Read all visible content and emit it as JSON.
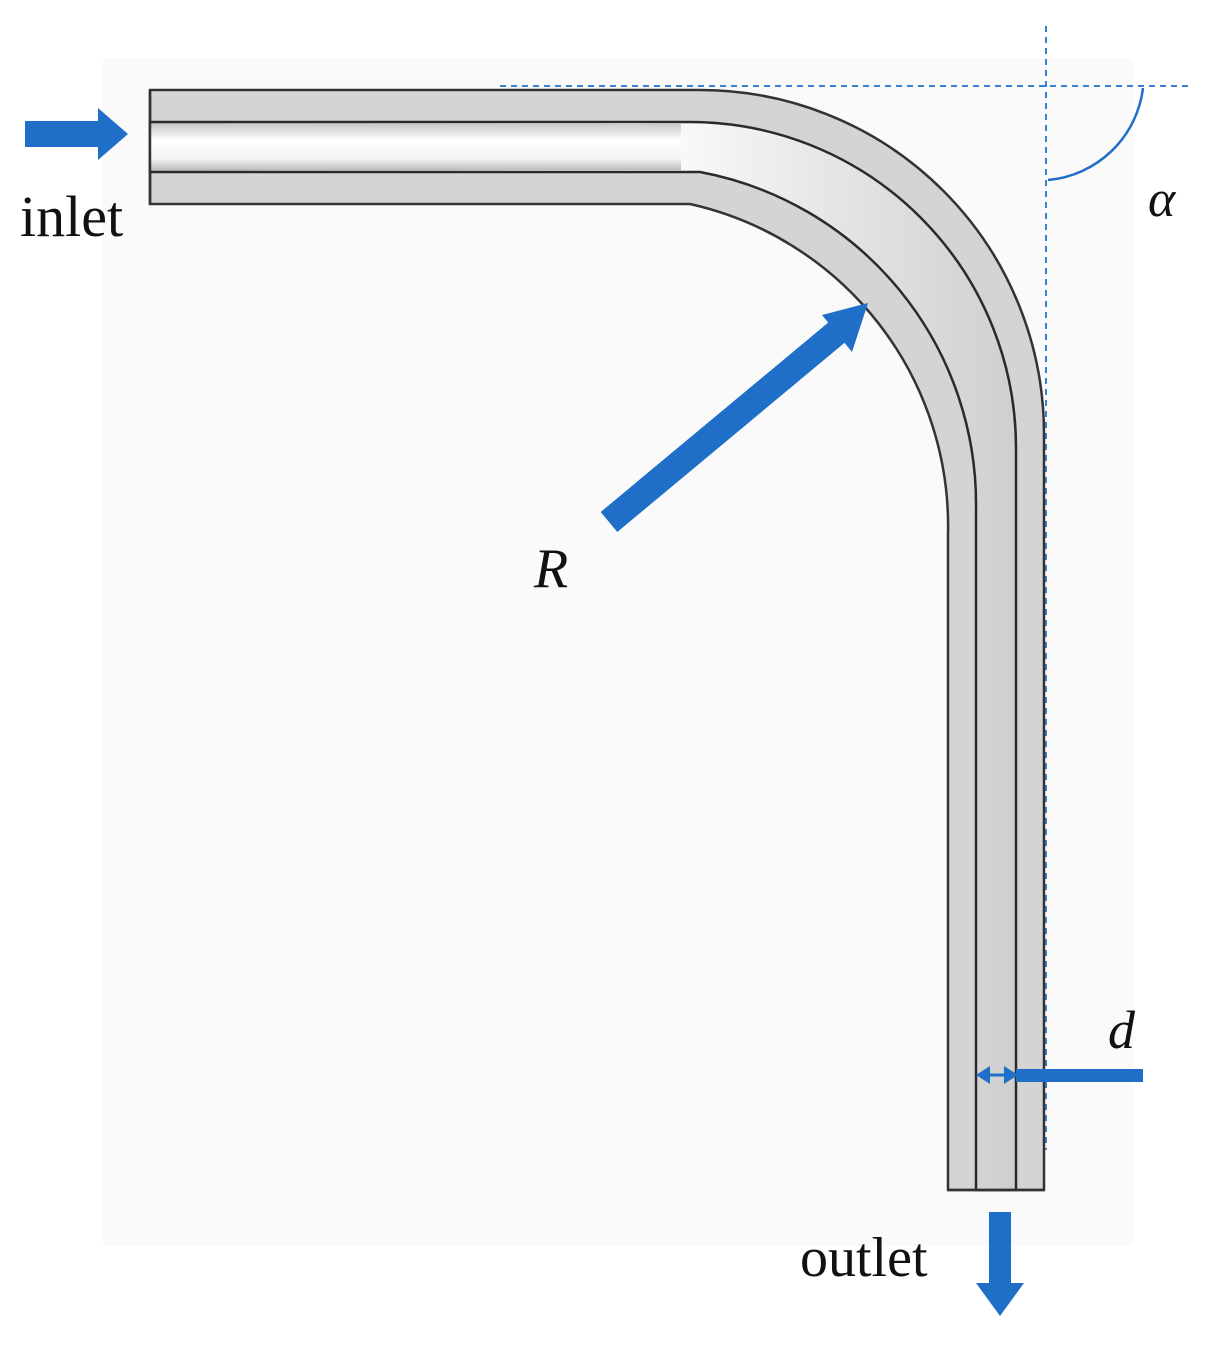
{
  "labels": {
    "inlet": "inlet",
    "outlet": "outlet",
    "radius": "R",
    "angle": "α",
    "diameter": "d"
  },
  "colors": {
    "background_panel": "#fafafa",
    "pipe_wall": "#d4d4d4",
    "pipe_outline": "#333333",
    "arrow_blue": "#1f6fc8",
    "guide_dash": "#3a7fd0",
    "text": "#111111"
  },
  "icons": {
    "inlet_arrow": "arrow-right-icon",
    "outlet_arrow": "arrow-down-icon",
    "radius_arrow": "arrow-up-right-icon",
    "diameter_arrow": "double-arrow-icon"
  }
}
